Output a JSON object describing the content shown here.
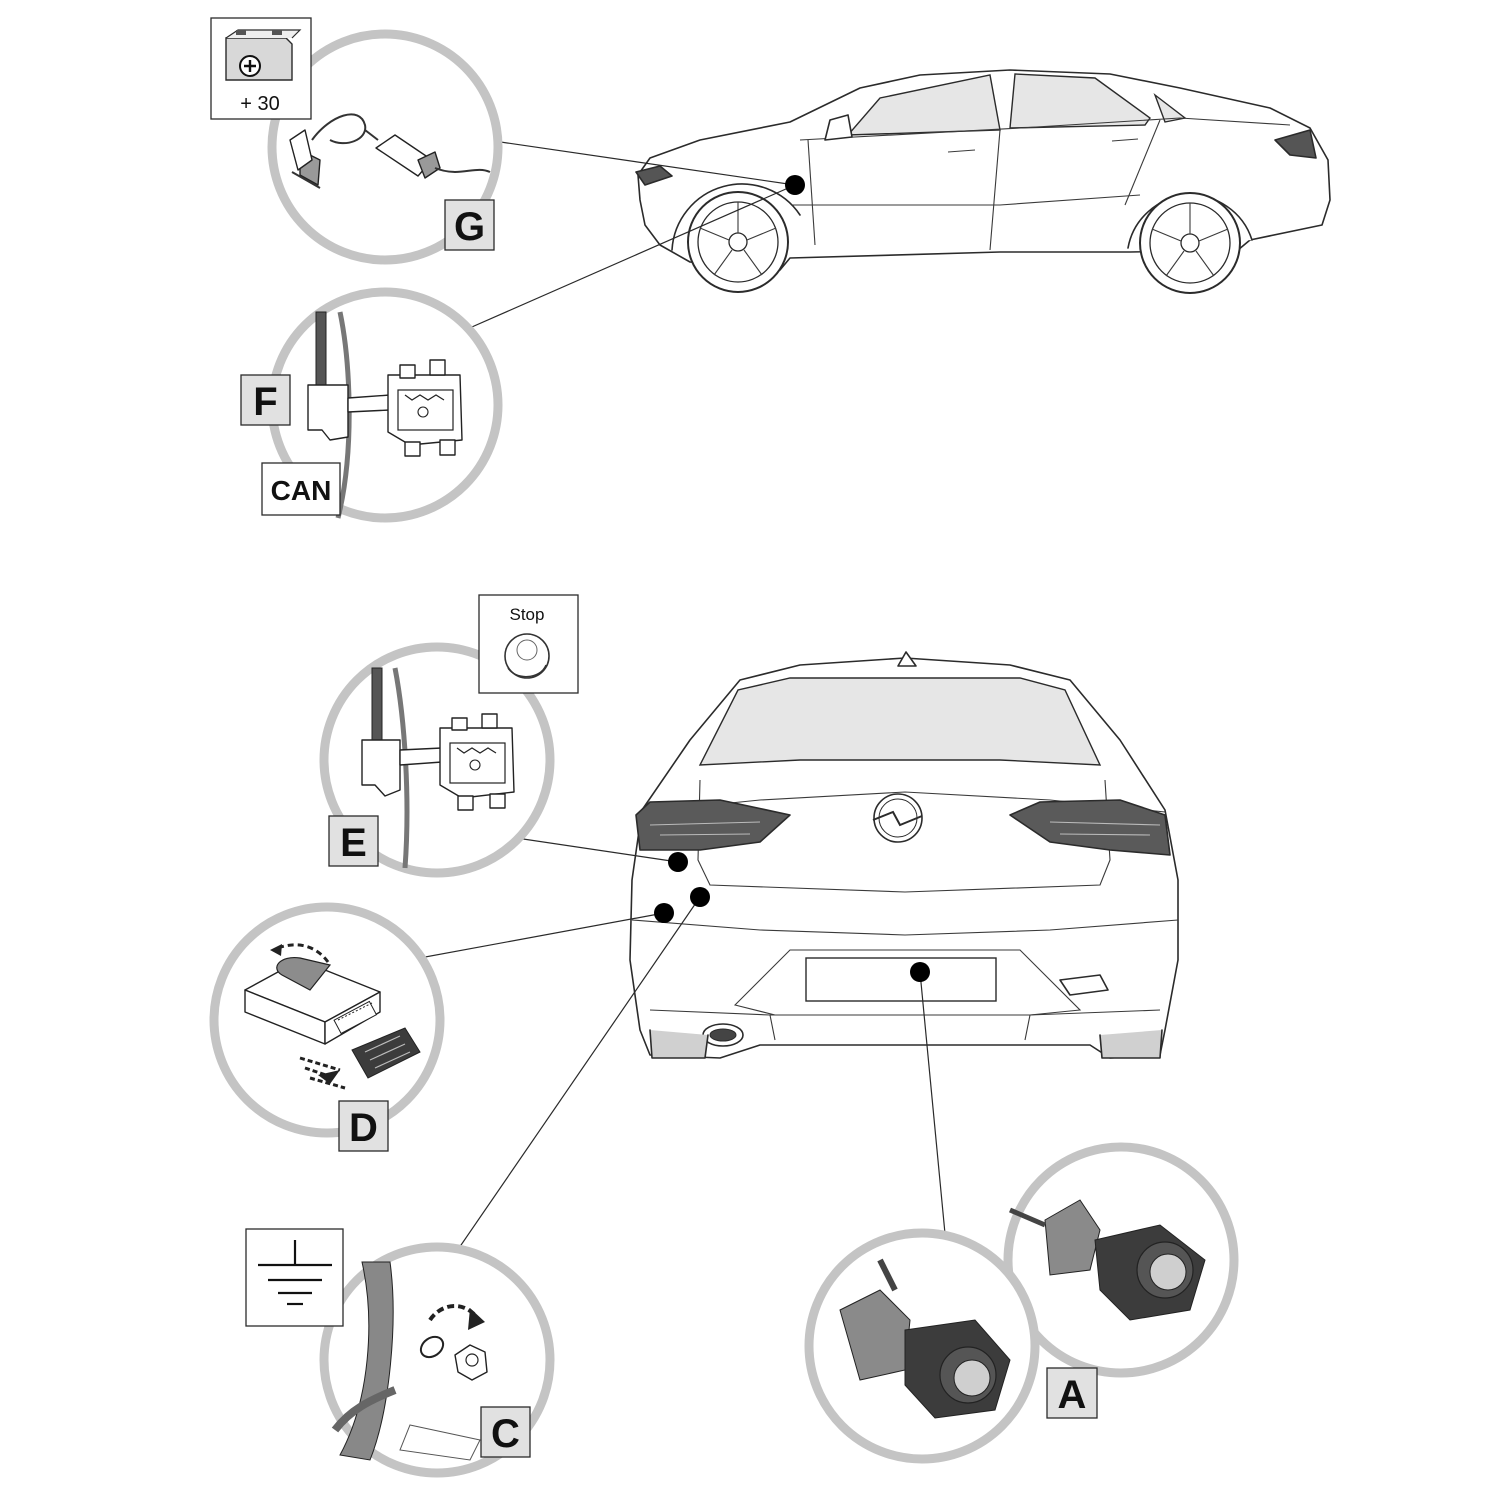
{
  "labels": {
    "g": "G",
    "f": "F",
    "can": "CAN",
    "e": "E",
    "d": "D",
    "c": "C",
    "a": "A"
  },
  "symbols": {
    "battery_terminal": "+ 30",
    "stop_lamp": "Stop"
  },
  "icons": {
    "battery": "battery-icon",
    "stop": "stop-lamp-icon",
    "ground": "ground-icon"
  },
  "colors": {
    "ring": "#c4c4c4",
    "label_box": "#e1e1e1",
    "dot": "#000000",
    "glass": "#e6e6e6"
  }
}
